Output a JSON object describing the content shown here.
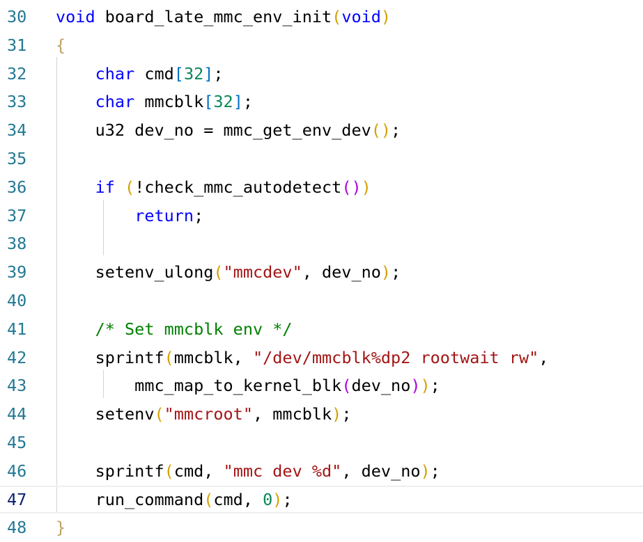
{
  "editor": {
    "lines": [
      {
        "no": "30",
        "tokens": [
          {
            "t": "void",
            "c": "k"
          },
          {
            "t": " board_late_mmc_env_init",
            "c": "f"
          },
          {
            "t": "(",
            "c": "p1"
          },
          {
            "t": "void",
            "c": "k"
          },
          {
            "t": ")",
            "c": "p1"
          }
        ]
      },
      {
        "no": "31",
        "tokens": [
          {
            "t": "{",
            "c": "br1"
          }
        ]
      },
      {
        "no": "32",
        "tokens": [
          {
            "t": "    "
          },
          {
            "t": "char",
            "c": "k"
          },
          {
            "t": " cmd",
            "c": "n"
          },
          {
            "t": "[",
            "c": "p3"
          },
          {
            "t": "32",
            "c": "num"
          },
          {
            "t": "]",
            "c": "p3"
          },
          {
            "t": ";",
            "c": "n"
          }
        ]
      },
      {
        "no": "33",
        "tokens": [
          {
            "t": "    "
          },
          {
            "t": "char",
            "c": "k"
          },
          {
            "t": " mmcblk",
            "c": "n"
          },
          {
            "t": "[",
            "c": "p3"
          },
          {
            "t": "32",
            "c": "num"
          },
          {
            "t": "]",
            "c": "p3"
          },
          {
            "t": ";",
            "c": "n"
          }
        ]
      },
      {
        "no": "34",
        "tokens": [
          {
            "t": "    u32 dev_no = mmc_get_env_dev",
            "c": "n"
          },
          {
            "t": "()",
            "c": "p1"
          },
          {
            "t": ";",
            "c": "n"
          }
        ]
      },
      {
        "no": "35",
        "tokens": []
      },
      {
        "no": "36",
        "tokens": [
          {
            "t": "    "
          },
          {
            "t": "if",
            "c": "k"
          },
          {
            "t": " ",
            "c": "n"
          },
          {
            "t": "(",
            "c": "p1"
          },
          {
            "t": "!check_mmc_autodetect",
            "c": "n"
          },
          {
            "t": "()",
            "c": "p2"
          },
          {
            "t": ")",
            "c": "p1"
          }
        ]
      },
      {
        "no": "37",
        "tokens": [
          {
            "t": "        "
          },
          {
            "t": "return",
            "c": "k"
          },
          {
            "t": ";",
            "c": "n"
          }
        ]
      },
      {
        "no": "38",
        "tokens": []
      },
      {
        "no": "39",
        "tokens": [
          {
            "t": "    setenv_ulong",
            "c": "n"
          },
          {
            "t": "(",
            "c": "p1"
          },
          {
            "t": "\"mmcdev\"",
            "c": "s"
          },
          {
            "t": ", dev_no",
            "c": "n"
          },
          {
            "t": ")",
            "c": "p1"
          },
          {
            "t": ";",
            "c": "n"
          }
        ]
      },
      {
        "no": "40",
        "tokens": []
      },
      {
        "no": "41",
        "tokens": [
          {
            "t": "    "
          },
          {
            "t": "/* Set mmcblk env */",
            "c": "c"
          }
        ]
      },
      {
        "no": "42",
        "tokens": [
          {
            "t": "    sprintf",
            "c": "n"
          },
          {
            "t": "(",
            "c": "p1"
          },
          {
            "t": "mmcblk, ",
            "c": "n"
          },
          {
            "t": "\"/dev/mmcblk%dp2 rootwait rw\"",
            "c": "s"
          },
          {
            "t": ",",
            "c": "n"
          }
        ]
      },
      {
        "no": "43",
        "tokens": [
          {
            "t": "        mmc_map_to_kernel_blk",
            "c": "n"
          },
          {
            "t": "(",
            "c": "p2"
          },
          {
            "t": "dev_no",
            "c": "n"
          },
          {
            "t": ")",
            "c": "p2"
          },
          {
            "t": ")",
            "c": "p1"
          },
          {
            "t": ";",
            "c": "n"
          }
        ]
      },
      {
        "no": "44",
        "tokens": [
          {
            "t": "    setenv",
            "c": "n"
          },
          {
            "t": "(",
            "c": "p1"
          },
          {
            "t": "\"mmcroot\"",
            "c": "s"
          },
          {
            "t": ", mmcblk",
            "c": "n"
          },
          {
            "t": ")",
            "c": "p1"
          },
          {
            "t": ";",
            "c": "n"
          }
        ]
      },
      {
        "no": "45",
        "tokens": []
      },
      {
        "no": "46",
        "tokens": [
          {
            "t": "    sprintf",
            "c": "n"
          },
          {
            "t": "(",
            "c": "p1"
          },
          {
            "t": "cmd, ",
            "c": "n"
          },
          {
            "t": "\"mmc dev %d\"",
            "c": "s"
          },
          {
            "t": ", dev_no",
            "c": "n"
          },
          {
            "t": ")",
            "c": "p1"
          },
          {
            "t": ";",
            "c": "n"
          }
        ]
      },
      {
        "no": "47",
        "current": true,
        "tokens": [
          {
            "t": "    run_command",
            "c": "n"
          },
          {
            "t": "(",
            "c": "p1"
          },
          {
            "t": "cmd, ",
            "c": "n"
          },
          {
            "t": "0",
            "c": "num"
          },
          {
            "t": ")",
            "c": "p1"
          },
          {
            "t": ";",
            "c": "n"
          }
        ]
      },
      {
        "no": "48",
        "tokens": [
          {
            "t": "}",
            "c": "br1"
          }
        ]
      }
    ]
  }
}
